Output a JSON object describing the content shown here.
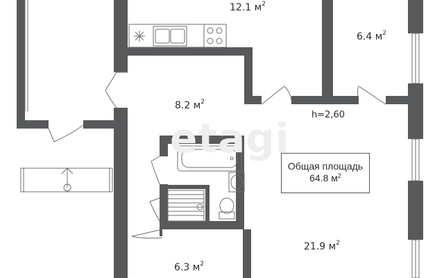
{
  "watermark": "etagi",
  "rooms": {
    "kitchen": {
      "area": "12.1",
      "unit": "м"
    },
    "bedroom_small": {
      "area": "6.4",
      "unit": "м"
    },
    "hall": {
      "area": "8.2",
      "unit": "м"
    },
    "room_bottom_left": {
      "area": "6.3",
      "unit": "м"
    },
    "living_room": {
      "area": "21.9",
      "unit": "м"
    }
  },
  "unit_power": "2",
  "ceiling_height": "h=2,60",
  "total": {
    "title": "Общая площадь",
    "area": "64.8",
    "unit": "м"
  },
  "colors": {
    "wall": "#58595b",
    "line": "#6d6e70",
    "fixture": "#9b9b9b"
  }
}
